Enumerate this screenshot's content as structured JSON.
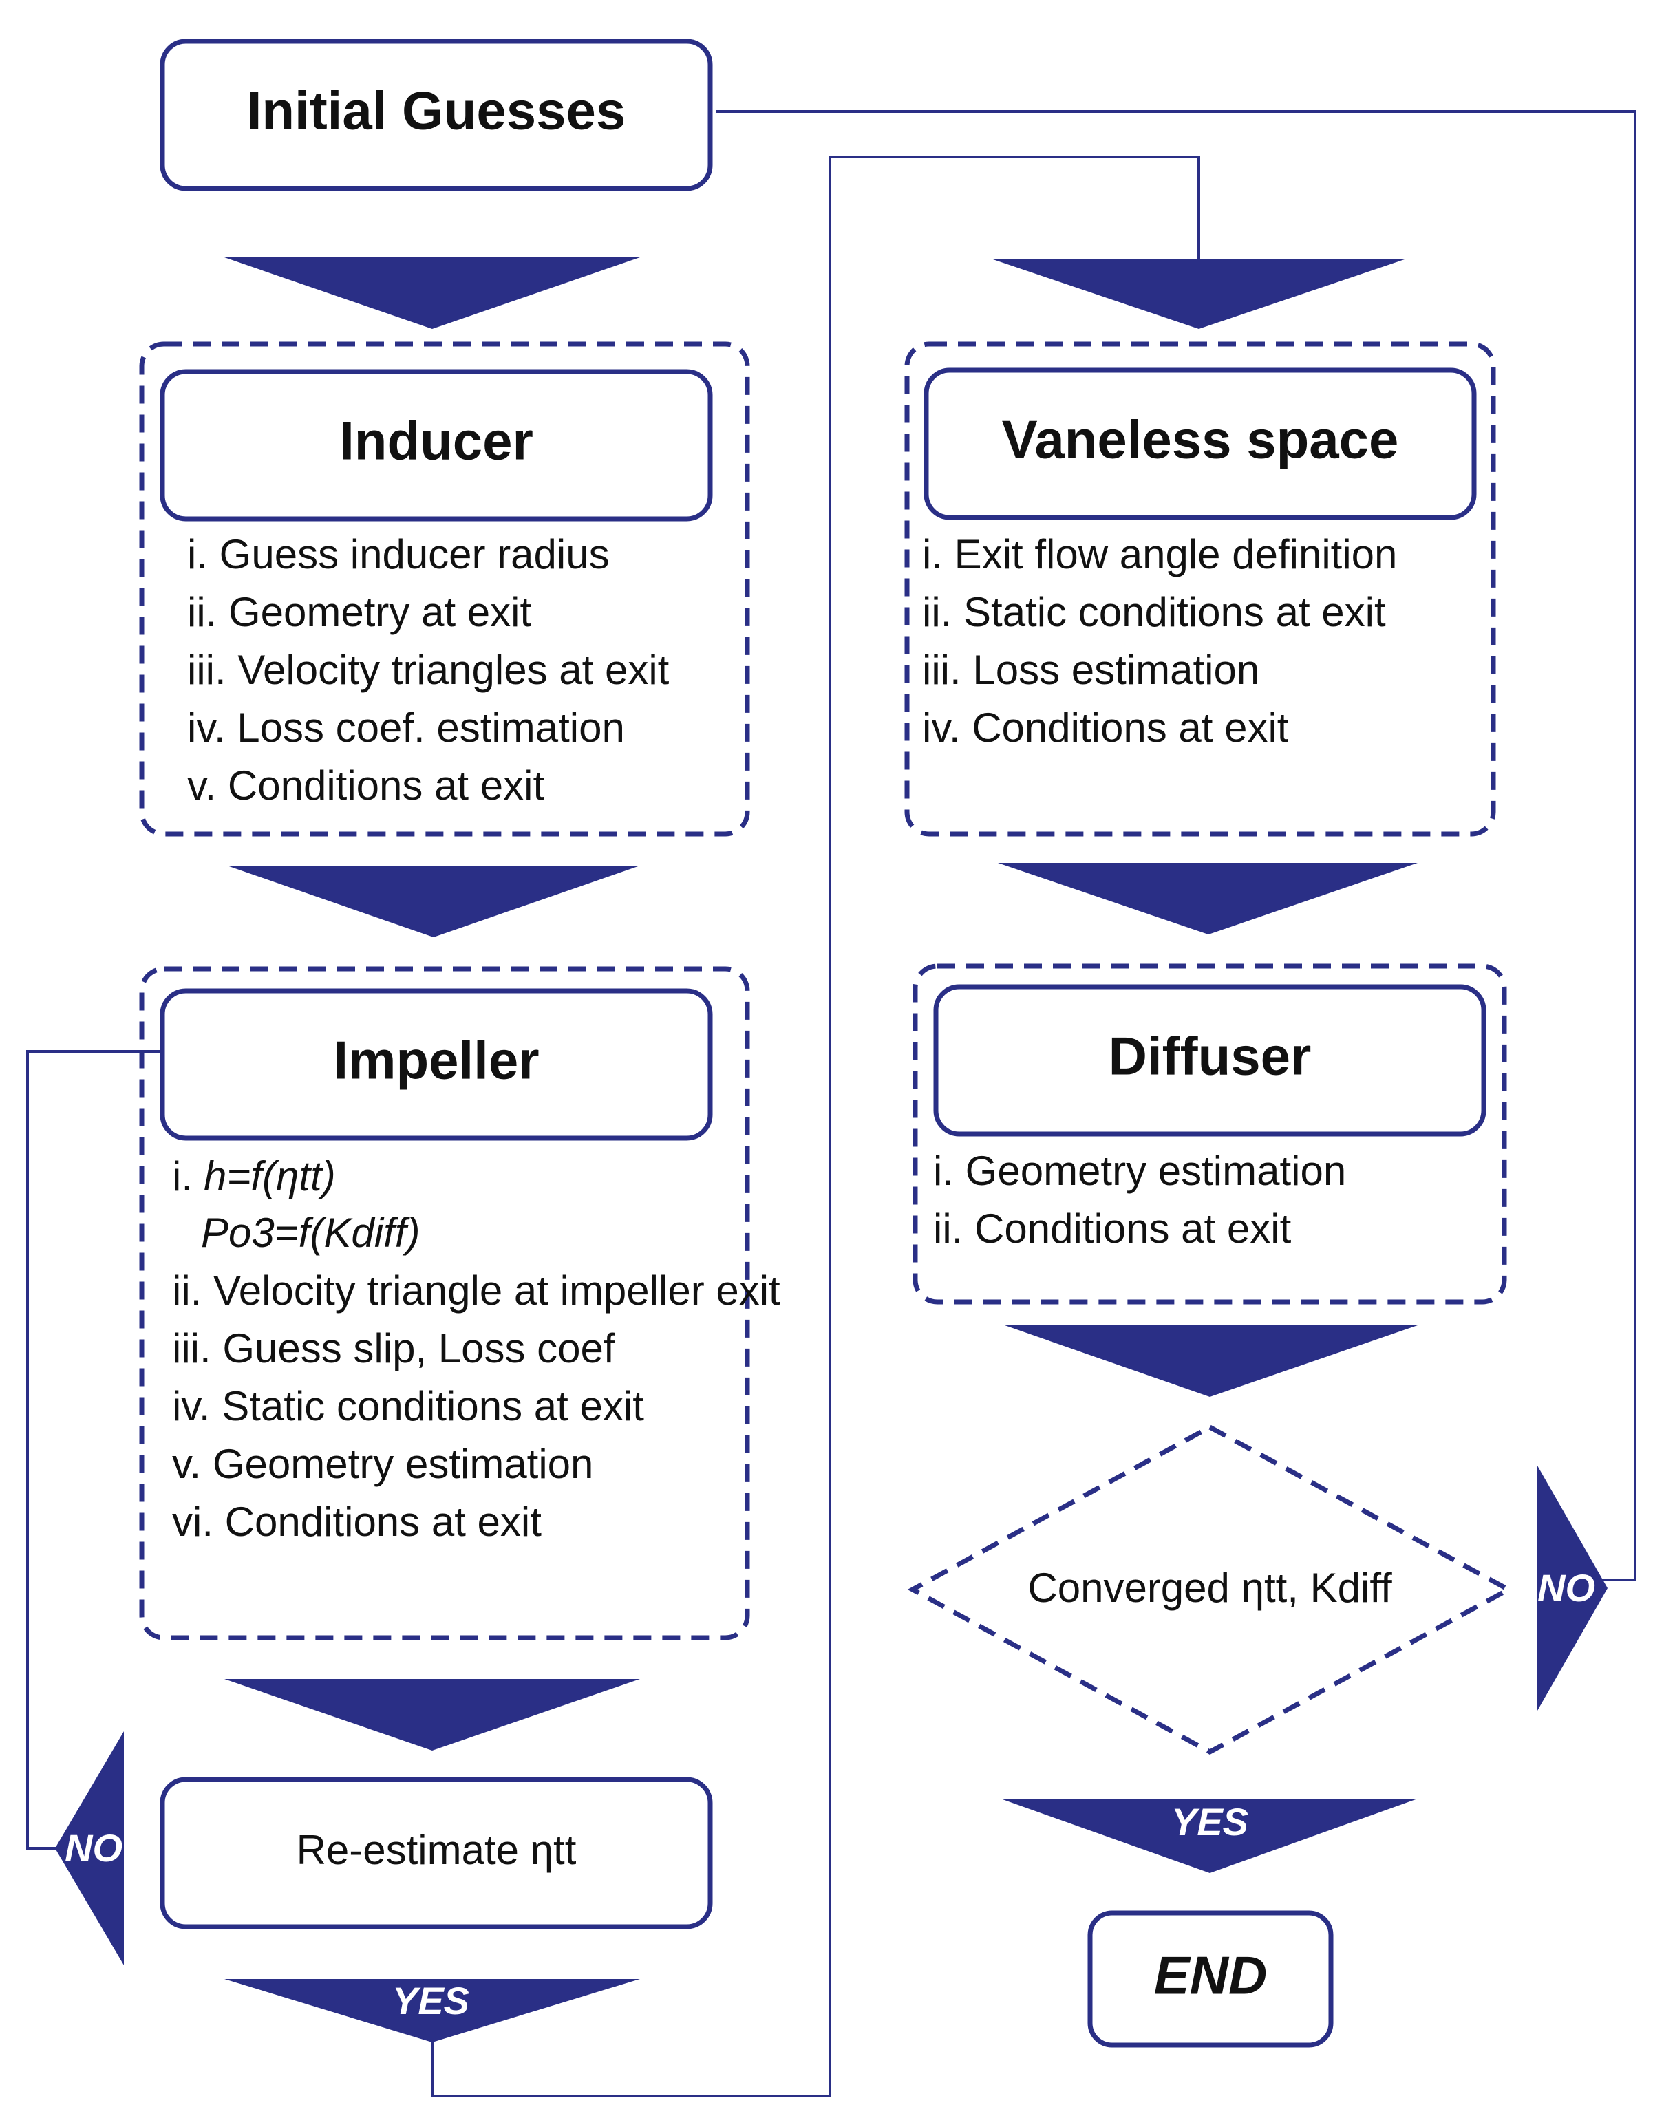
{
  "colors": {
    "primary": "#2a2f86",
    "text": "#111111",
    "background": "#ffffff"
  },
  "initial": {
    "title": "Initial Guesses"
  },
  "inducer": {
    "title": "Inducer",
    "steps": [
      "i. Guess inducer radius",
      "ii. Geometry at exit",
      "iii. Velocity triangles at exit",
      "iv. Loss coef. estimation",
      "v. Conditions at exit"
    ]
  },
  "impeller": {
    "title": "Impeller",
    "step1_prefix": "i.",
    "step1_line1": "h=f(ηtt)",
    "step1_line2": "Po3=f(Kdiff)",
    "steps": [
      "ii. Velocity triangle at impeller exit",
      "iii. Guess slip, Loss coef",
      "iv. Static conditions at exit",
      "v. Geometry estimation",
      "vi. Conditions at exit"
    ]
  },
  "reestimate": {
    "label": "Re-estimate ηtt"
  },
  "vaneless": {
    "title": "Vaneless space",
    "steps": [
      "i. Exit flow angle definition",
      "ii. Static conditions at exit",
      "iii. Loss estimation",
      "iv. Conditions at exit"
    ]
  },
  "diffuser": {
    "title": "Diffuser",
    "steps": [
      "i. Geometry estimation",
      "ii. Conditions at exit"
    ]
  },
  "decision": {
    "label": "Converged ηtt, Kdiff"
  },
  "labels": {
    "yes": "YES",
    "no": "NO"
  },
  "end": {
    "label": "END"
  }
}
